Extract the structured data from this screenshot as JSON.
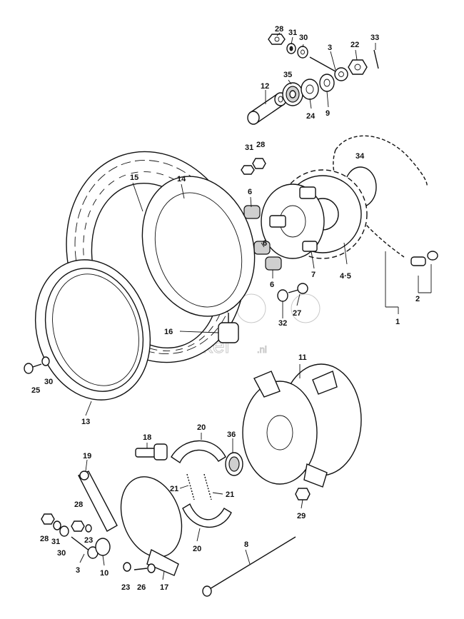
{
  "watermark": {
    "digit": "4",
    "line1": "takt",
    "line2": "winkel",
    "suffix": ".nl"
  },
  "callouts": [
    "28",
    "31",
    "30",
    "3",
    "22",
    "33",
    "35",
    "12",
    "24",
    "9",
    "31",
    "28",
    "34",
    "15",
    "14",
    "6",
    "6",
    "6",
    "7",
    "4·5",
    "2",
    "1",
    "27",
    "32",
    "16",
    "25",
    "30",
    "13",
    "11",
    "18",
    "20",
    "36",
    "19",
    "21",
    "21",
    "28",
    "23",
    "28",
    "31",
    "30",
    "3",
    "10",
    "20",
    "29",
    "8",
    "23",
    "26",
    "17"
  ]
}
